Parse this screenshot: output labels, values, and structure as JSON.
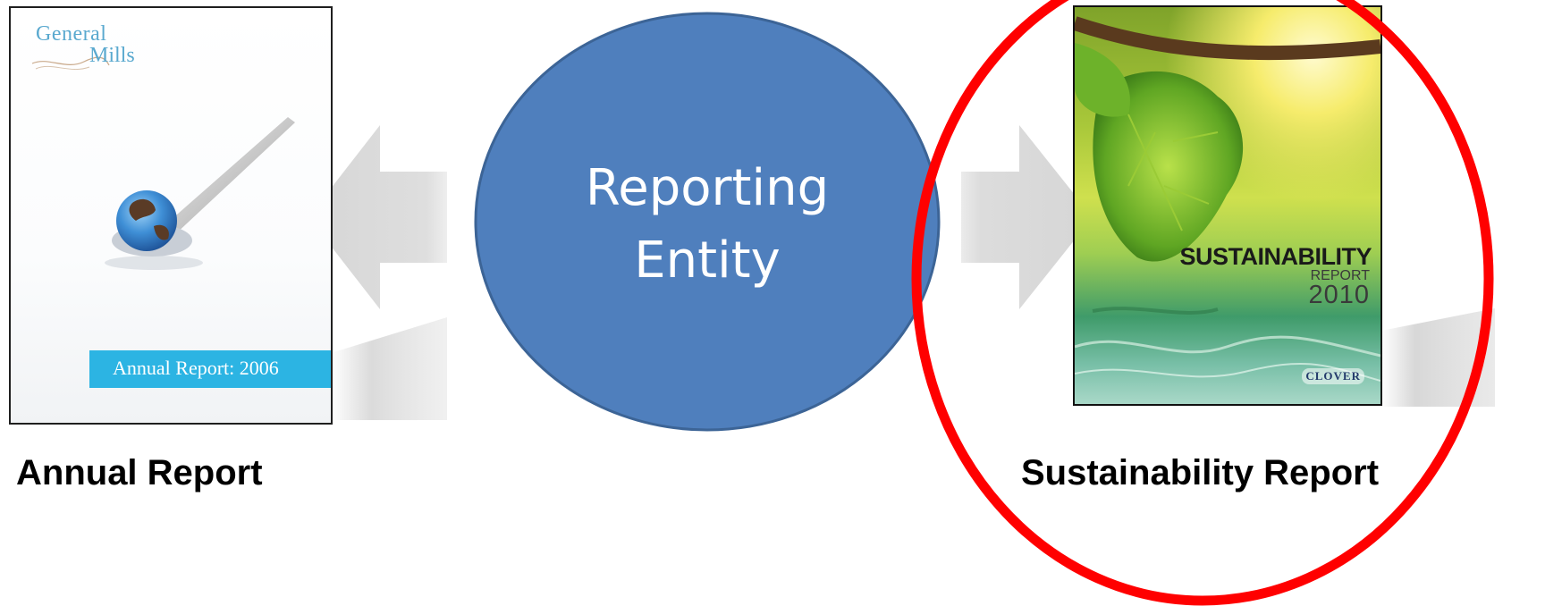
{
  "left_cover": {
    "logo_line1": "General",
    "logo_line2": "Mills",
    "banner_text": "Annual Report: 2006"
  },
  "right_cover": {
    "title": "SUSTAINABILITY",
    "subtitle": "REPORT",
    "year": "2010",
    "brand": "CLOVER"
  },
  "center": {
    "line1": "Reporting",
    "line2": "Entity"
  },
  "captions": {
    "left": "Annual Report",
    "right": "Sustainability Report"
  },
  "colors": {
    "circle_fill": "#4f7fbd",
    "circle_stroke": "#3c6496",
    "arrow_gray": "#d9d9d9",
    "highlight_red": "#ff0000",
    "banner_blue": "#2cb4e3"
  }
}
